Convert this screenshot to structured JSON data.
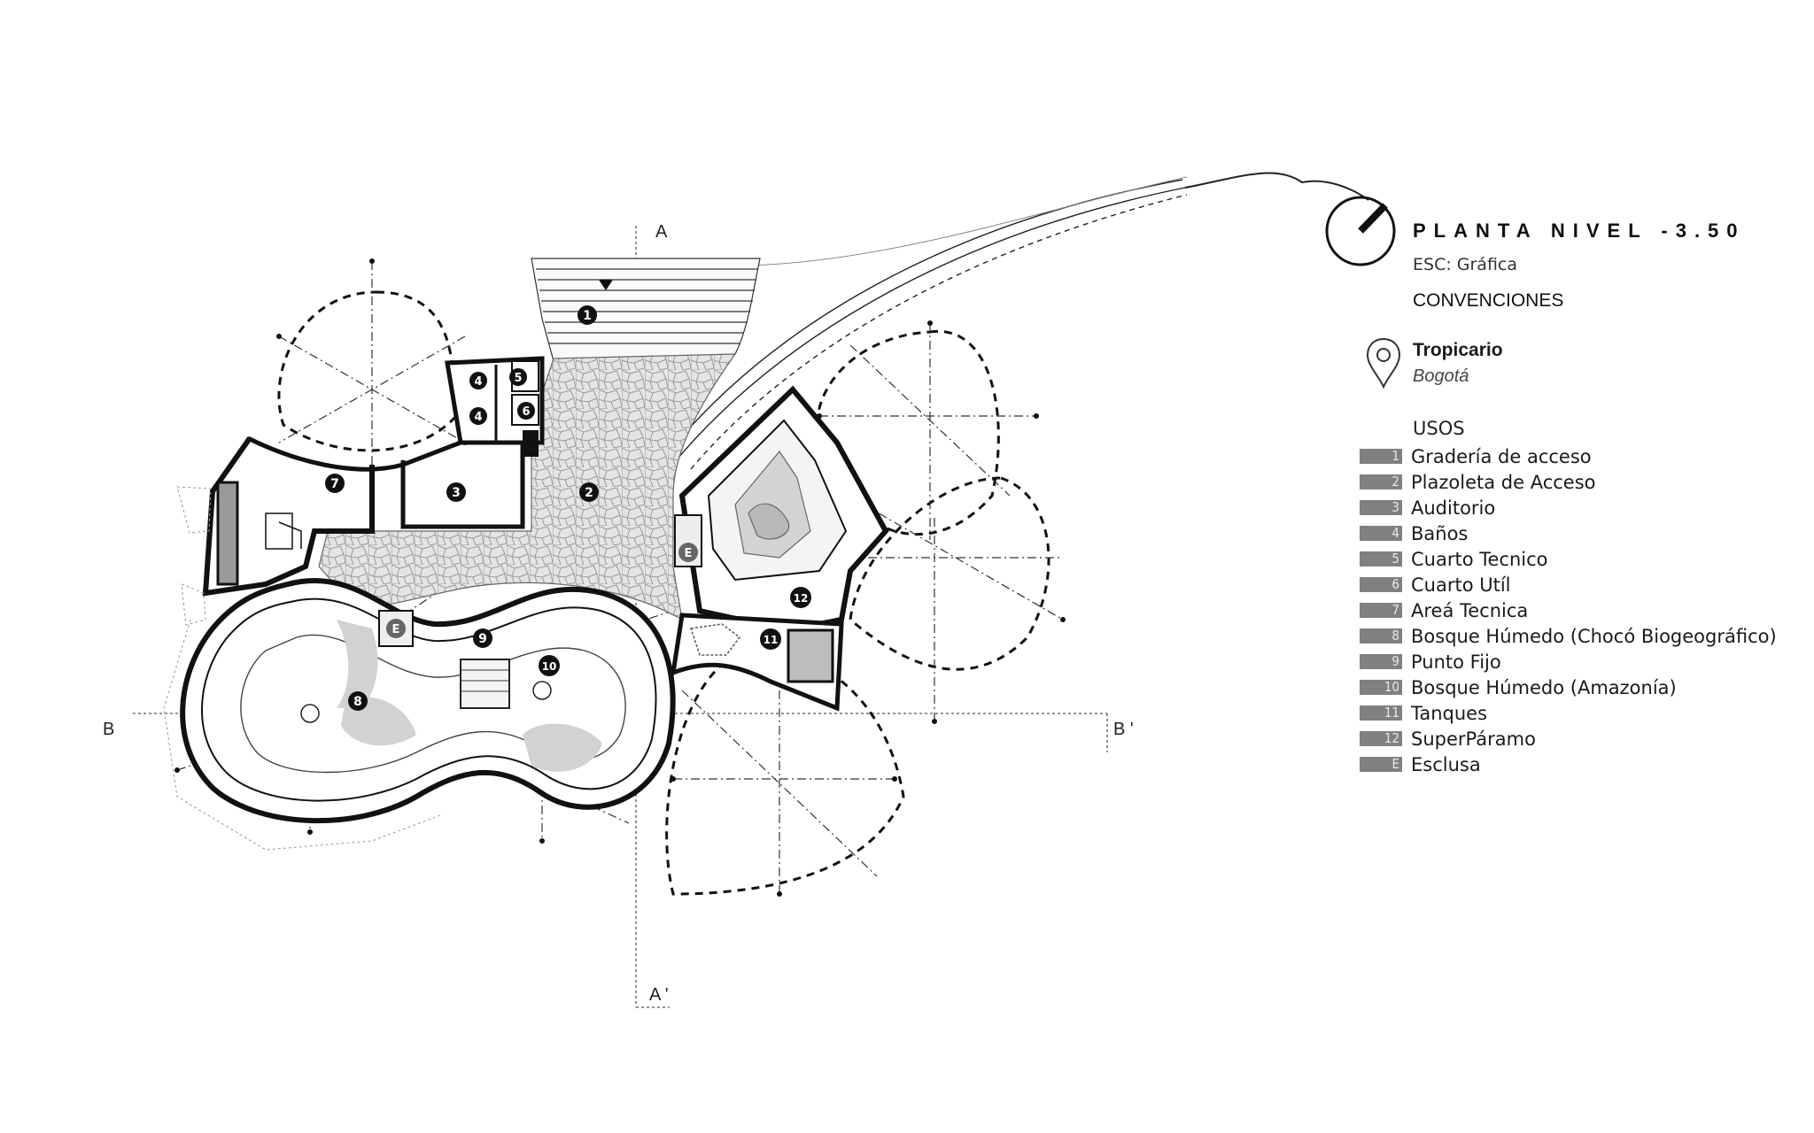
{
  "drawing": {
    "section_labels": {
      "a_top": "A",
      "a_bottom": "A '",
      "b_left": "B",
      "b_right": "B '"
    },
    "room_markers": [
      "1",
      "2",
      "3",
      "4",
      "4",
      "5",
      "6",
      "7",
      "8",
      "9",
      "10",
      "11",
      "12"
    ],
    "airlock_markers": [
      "E",
      "E"
    ]
  },
  "legend": {
    "title": "PLANTA NIVEL -3.50",
    "scale": "ESC: Gráfica",
    "conventions": "CONVENCIONES",
    "project_name": "Tropicario",
    "project_city": "Bogotá",
    "uses_title": "USOS",
    "uses": [
      {
        "code": "1",
        "label": "Gradería de acceso"
      },
      {
        "code": "2",
        "label": "Plazoleta de Acceso"
      },
      {
        "code": "3",
        "label": "Auditorio"
      },
      {
        "code": "4",
        "label": "Baños"
      },
      {
        "code": "5",
        "label": "Cuarto Tecnico"
      },
      {
        "code": "6",
        "label": "Cuarto Utíl"
      },
      {
        "code": "7",
        "label": "Areá Tecnica"
      },
      {
        "code": "8",
        "label": "Bosque Húmedo (Chocó Biogeográfico)"
      },
      {
        "code": "9",
        "label": "Punto Fijo"
      },
      {
        "code": "10",
        "label": "Bosque Húmedo (Amazonía)"
      },
      {
        "code": "11",
        "label": "Tanques"
      },
      {
        "code": "12",
        "label": "SuperPáramo"
      },
      {
        "code": "E",
        "label": "Esclusa"
      }
    ]
  },
  "icons": [
    "north-arrow-icon",
    "map-pin-icon"
  ],
  "colors": {
    "line": "#111111",
    "paving": "#dcdcdc",
    "planting": "#c9c9c9",
    "legend_swatch": "#808080"
  }
}
